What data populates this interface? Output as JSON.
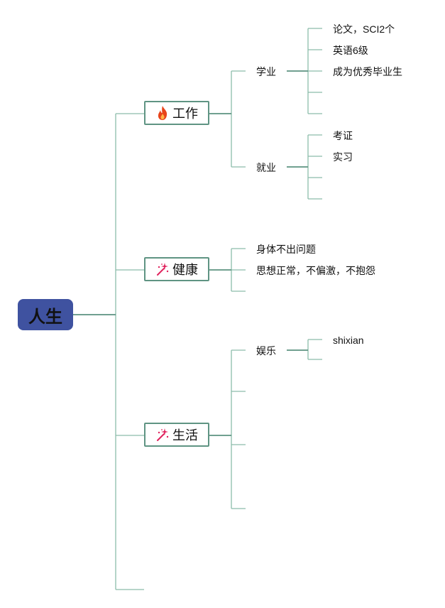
{
  "root": {
    "label": "人生"
  },
  "branches": [
    {
      "label": "工作",
      "icon": "fire-icon",
      "children": [
        {
          "label": "学业",
          "children": [
            "论文，SCI2个",
            "英语6级",
            "成为优秀毕业生",
            "",
            ""
          ]
        },
        {
          "label": "就业",
          "children": [
            "考证",
            "实习",
            "",
            ""
          ]
        }
      ]
    },
    {
      "label": "健康",
      "icon": "sparkle-wand-icon",
      "children": [
        {
          "label": "身体不出问题"
        },
        {
          "label": "思想正常，不偏激，不抱怨"
        },
        {
          "label": ""
        }
      ]
    },
    {
      "label": "生活",
      "icon": "sparkle-wand-icon",
      "children": [
        {
          "label": "娱乐",
          "children": [
            "shixian",
            ""
          ]
        },
        {
          "label": ""
        },
        {
          "label": ""
        },
        {
          "label": ""
        }
      ]
    },
    {
      "label": ""
    }
  ],
  "colors": {
    "root_fill": "#3f52a0",
    "line": "#7fb3a2",
    "branch_border": "#5f9483",
    "fire": "#e8441a",
    "sparkle": "#e0245e"
  }
}
